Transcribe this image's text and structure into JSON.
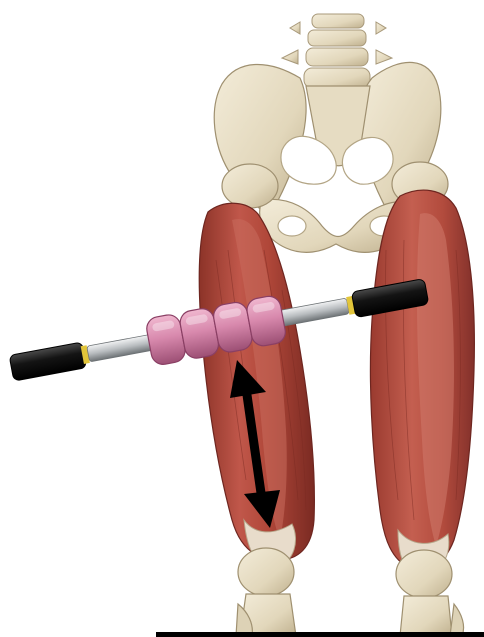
{
  "image": {
    "subject": "anatomical-illustration",
    "background_color": "#ffffff",
    "colors": {
      "bone": "#e9e0c9",
      "bone_shadow": "#b8ab8a",
      "muscle": "#b4483a",
      "muscle_dark": "#7e2a22",
      "muscle_light": "#d2786a",
      "tendon": "#e8dccb",
      "roller_pink": "#d889ad",
      "roller_pink_dark": "#a55a7f",
      "handle_black": "#111111",
      "rod_silver": "#c9cdd0",
      "accent_yellow": "#e2c53a",
      "arrow": "#000000",
      "baseline": "#000000"
    },
    "icons": [
      "pelvis-skeleton",
      "femur-bone",
      "quadriceps-muscle",
      "muscle-roller-stick",
      "double-headed-arrow",
      "knee-joint"
    ]
  }
}
